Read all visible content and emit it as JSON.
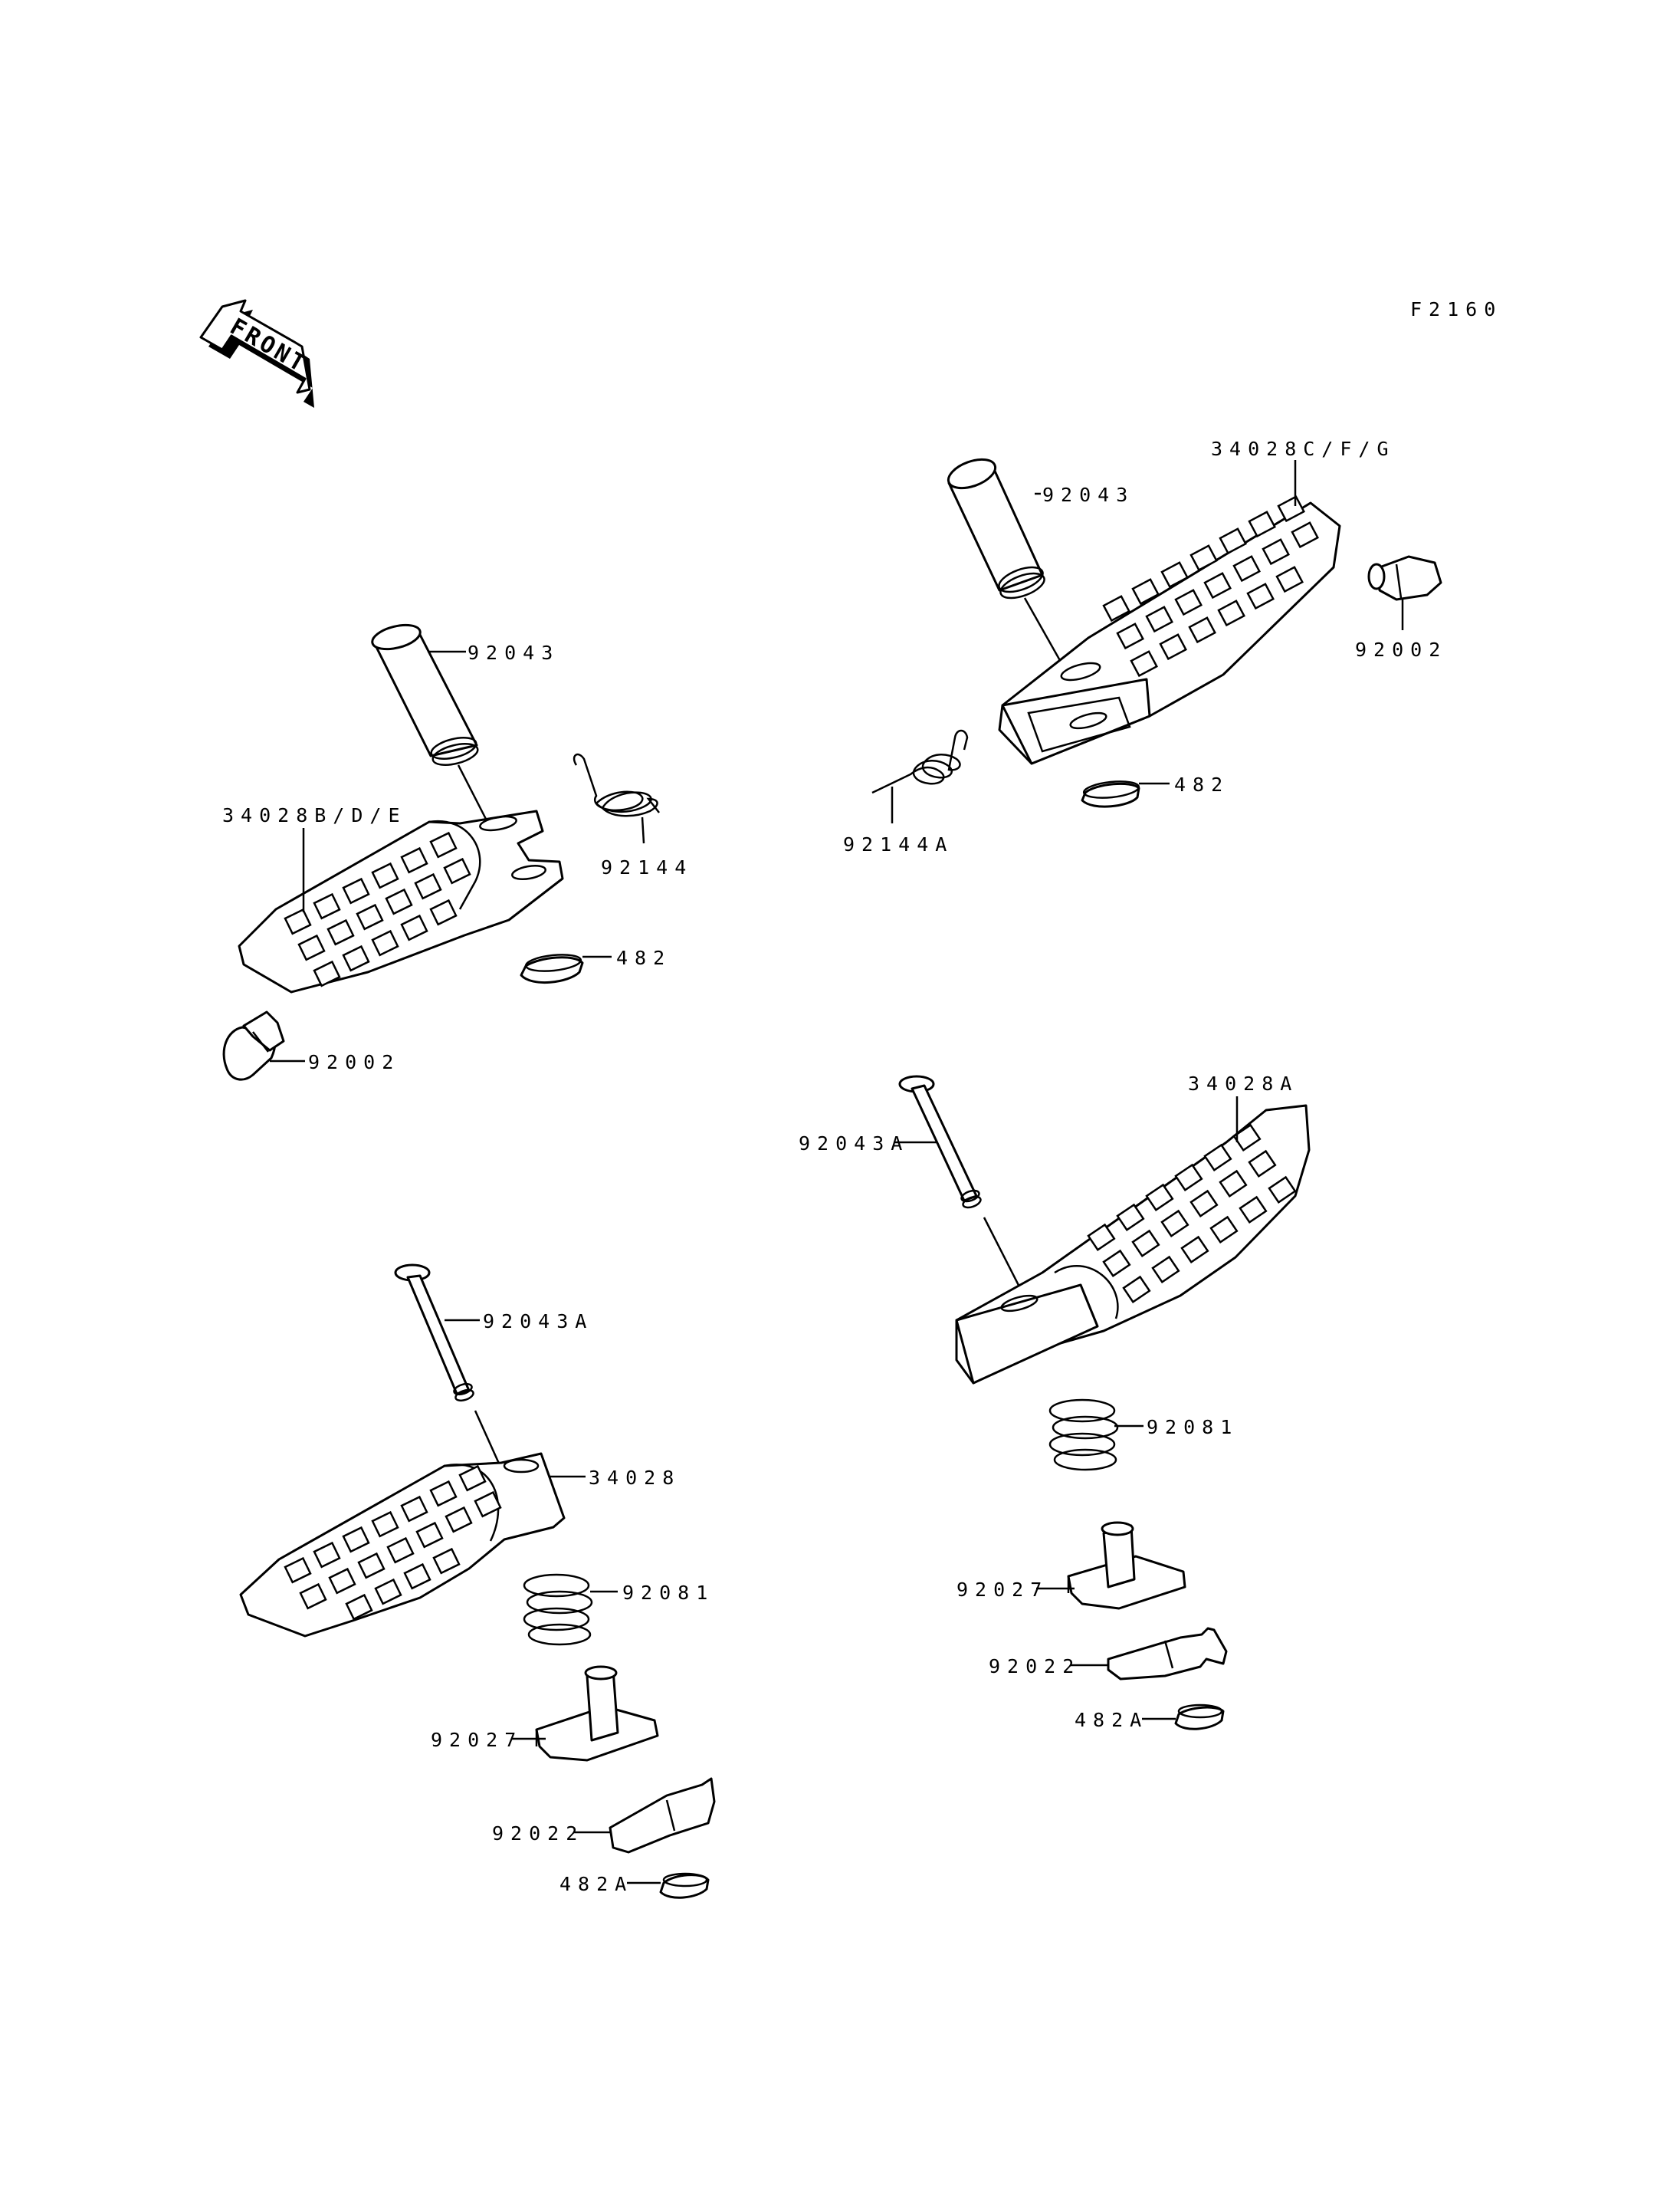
{
  "diagram_code": "F2160",
  "front_label": "FRONT",
  "labels": {
    "pin_upper_left": "92043",
    "pin_upper_right": "92043",
    "footrest_upper_right": "34028C/F/G",
    "rubber_upper_right": "92002",
    "spring_upper_right": "92144A",
    "ring_upper_right": "482",
    "footrest_upper_left": "34028B/D/E",
    "spring_upper_left": "92144",
    "ring_upper_left": "482",
    "rubber_upper_left": "92002",
    "footrest_lower_right": "34028A",
    "pin_lower_right": "92043A",
    "spring_lower_right": "92081",
    "holder_lower_right": "92027",
    "plate_lower_right": "92022",
    "ring_lower_right": "482A",
    "pin_lower_left": "92043A",
    "footrest_lower_left": "34028",
    "spring_lower_left": "92081",
    "holder_lower_left": "92027",
    "plate_lower_left": "92022",
    "ring_lower_left": "482A"
  }
}
